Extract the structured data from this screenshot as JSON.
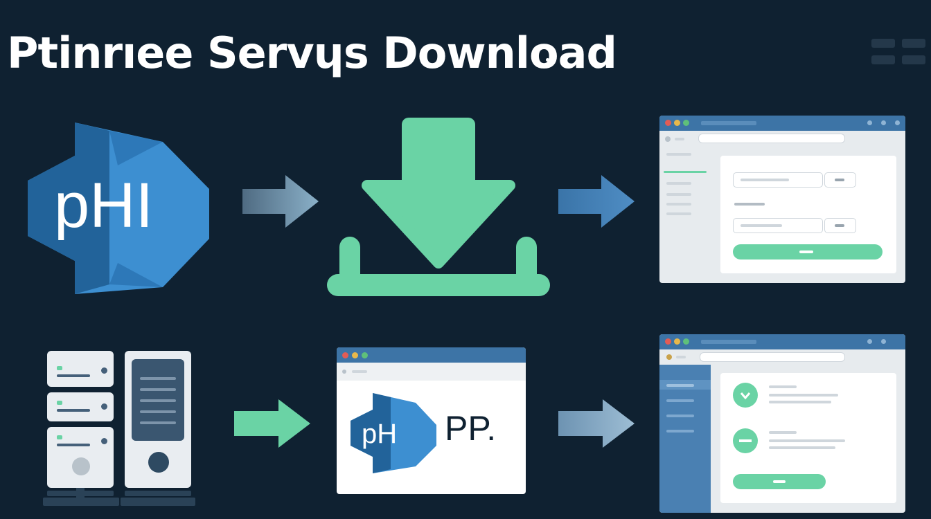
{
  "header": {
    "title": "Ptinrıee Servɥs Download"
  },
  "logos": {
    "big_logo_text": "pHI",
    "small_logo_text": "pH",
    "small_logo_suffix": "PP."
  },
  "colors": {
    "background": "#0f2131",
    "accent_green": "#6ad3a5",
    "accent_blue": "#3d74a6",
    "logo_blue": "#3d8fd1",
    "logo_dark": "#22639a"
  },
  "icons": [
    "download-icon",
    "arrow-right-icon",
    "server-icon",
    "browser-window-icon",
    "check-icon",
    "minus-icon"
  ]
}
